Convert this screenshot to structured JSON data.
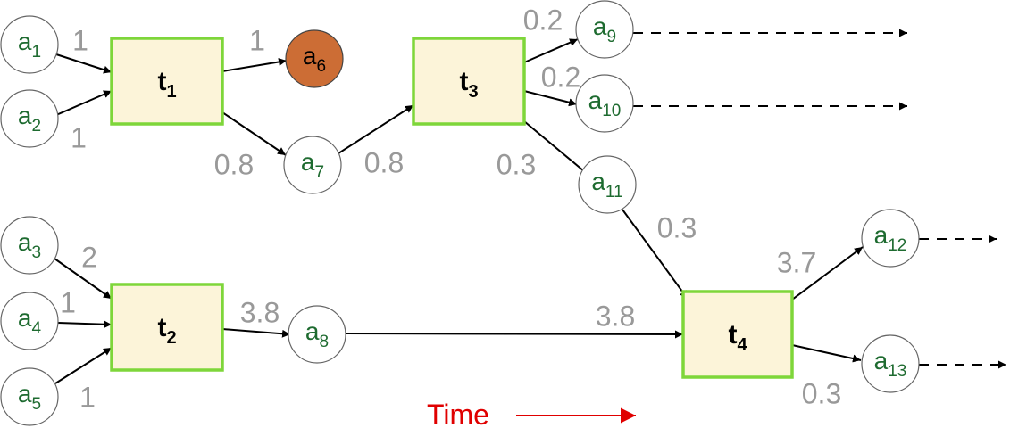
{
  "diagram_title": "",
  "transactions": [
    {
      "id": "t1",
      "letter": "t",
      "sub": "1"
    },
    {
      "id": "t2",
      "letter": "t",
      "sub": "2"
    },
    {
      "id": "t3",
      "letter": "t",
      "sub": "3"
    },
    {
      "id": "t4",
      "letter": "t",
      "sub": "4"
    }
  ],
  "assets": [
    {
      "id": "a1",
      "letter": "a",
      "sub": "1",
      "spent": false
    },
    {
      "id": "a2",
      "letter": "a",
      "sub": "2",
      "spent": false
    },
    {
      "id": "a3",
      "letter": "a",
      "sub": "3",
      "spent": false
    },
    {
      "id": "a4",
      "letter": "a",
      "sub": "4",
      "spent": false
    },
    {
      "id": "a5",
      "letter": "a",
      "sub": "5",
      "spent": false
    },
    {
      "id": "a6",
      "letter": "a",
      "sub": "6",
      "spent": true
    },
    {
      "id": "a7",
      "letter": "a",
      "sub": "7",
      "spent": false
    },
    {
      "id": "a8",
      "letter": "a",
      "sub": "8",
      "spent": false
    },
    {
      "id": "a9",
      "letter": "a",
      "sub": "9",
      "spent": false
    },
    {
      "id": "a10",
      "letter": "a",
      "sub": "10",
      "spent": false
    },
    {
      "id": "a11",
      "letter": "a",
      "sub": "11",
      "spent": false
    },
    {
      "id": "a12",
      "letter": "a",
      "sub": "12",
      "spent": false
    },
    {
      "id": "a13",
      "letter": "a",
      "sub": "13",
      "spent": false
    }
  ],
  "edges": [
    {
      "from": "a1",
      "to": "t1",
      "weight": "1"
    },
    {
      "from": "a2",
      "to": "t1",
      "weight": "1"
    },
    {
      "from": "t1",
      "to": "a6",
      "weight": "1"
    },
    {
      "from": "t1",
      "to": "a7",
      "weight": "0.8"
    },
    {
      "from": "a7",
      "to": "t3",
      "weight": "0.8"
    },
    {
      "from": "t3",
      "to": "a9",
      "weight": "0.2"
    },
    {
      "from": "t3",
      "to": "a10",
      "weight": "0.2"
    },
    {
      "from": "t3",
      "to": "a11",
      "weight": "0.3"
    },
    {
      "from": "a11",
      "to": "t4",
      "weight": "0.3"
    },
    {
      "from": "a3",
      "to": "t2",
      "weight": "2"
    },
    {
      "from": "a4",
      "to": "t2",
      "weight": "1"
    },
    {
      "from": "a5",
      "to": "t2",
      "weight": "1"
    },
    {
      "from": "t2",
      "to": "a8",
      "weight": "3.8"
    },
    {
      "from": "a8",
      "to": "t4",
      "weight": "3.8"
    },
    {
      "from": "t4",
      "to": "a12",
      "weight": "3.7"
    },
    {
      "from": "t4",
      "to": "a13",
      "weight": "0.3"
    }
  ],
  "continuations": [
    "a9",
    "a10",
    "a12",
    "a13"
  ],
  "axis": {
    "label": "Time"
  },
  "colors": {
    "box_fill": "#fcf4d9",
    "box_border": "#7ed63a",
    "asset_text": "#1e6b30",
    "spent_fill": "#cc6d35",
    "weight_text": "#999999",
    "time": "#e00000"
  }
}
